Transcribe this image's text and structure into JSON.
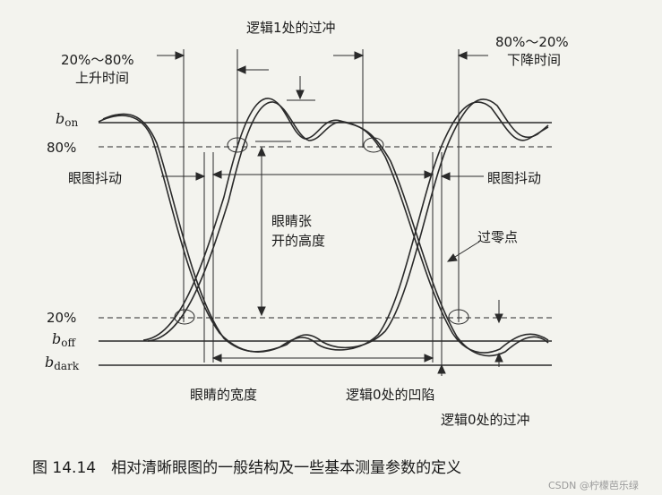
{
  "labels": {
    "rise_time": [
      "20%～80%",
      "上升时间"
    ],
    "fall_time": [
      "80%～20%",
      "下降时间"
    ],
    "overshoot_1": "逻辑1处的过冲",
    "b_on_main": "b",
    "b_on_sub": "on",
    "b_off_main": "b",
    "b_off_sub": "off",
    "b_dark_main": "b",
    "b_dark_sub": "dark",
    "pct_80": "80%",
    "pct_20": "20%",
    "jitter_left": "眼图抖动",
    "jitter_right": "眼图抖动",
    "eye_height": [
      "眼睛张",
      "开的高度"
    ],
    "zero_crossing": "过零点",
    "eye_width": "眼睛的宽度",
    "sag_0": "逻辑0处的凹陷",
    "overshoot_0": "逻辑0处的过冲"
  },
  "caption": "图 14.14　相对清晰眼图的一般结构及一些基本测量参数的定义",
  "watermark": "CSDN @柠檬芭乐绿"
}
